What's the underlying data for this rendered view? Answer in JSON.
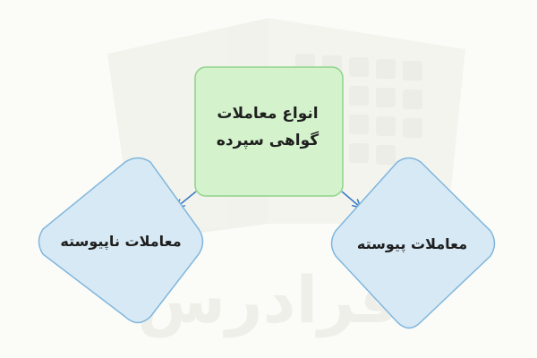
{
  "diagram": {
    "root": {
      "lines": [
        "انواع معاملات",
        "گواهی سپرده"
      ],
      "fill": "#d4f2cc",
      "stroke": "#8fd38a"
    },
    "children": [
      {
        "label": "معاملات ناپیوسته",
        "fill": "#d7e9f4",
        "stroke": "#7fb6dd"
      },
      {
        "label": "معاملات پیوسته",
        "fill": "#d7e9f4",
        "stroke": "#7fb6dd"
      }
    ],
    "arrow_color": "#3a7cc4"
  },
  "watermark": {
    "text": "فرادرس",
    "color": "#e6e6e1"
  }
}
